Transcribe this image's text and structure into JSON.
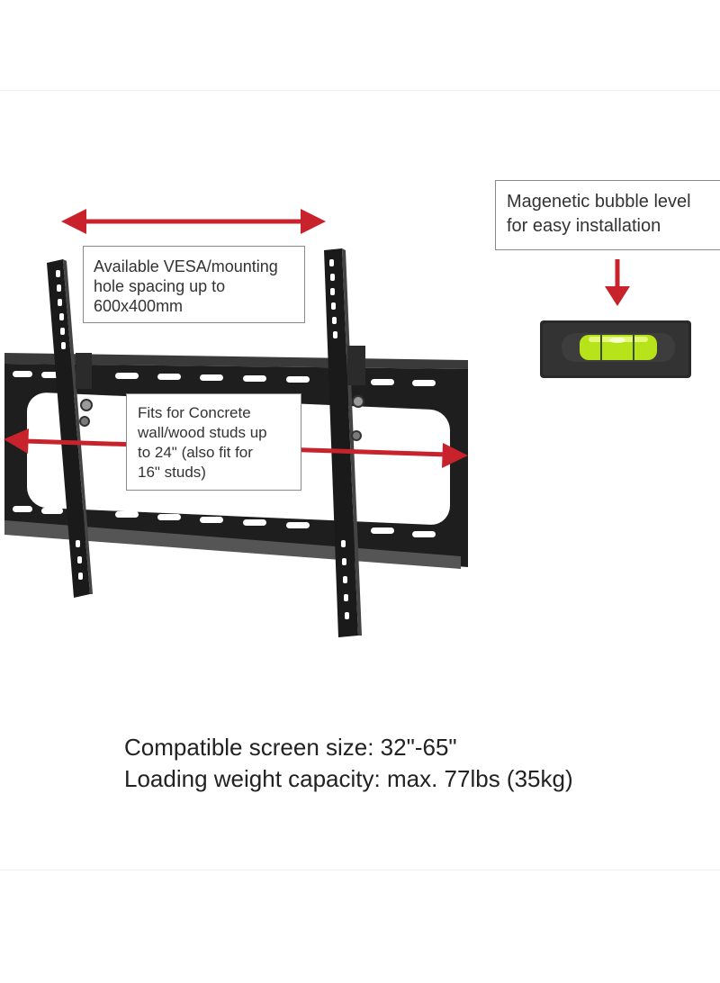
{
  "callouts": {
    "vesa": {
      "lines": [
        "Available VESA/mounting",
        "hole spacing up to",
        "600x400mm"
      ]
    },
    "studs": {
      "lines": [
        "Fits for Concrete",
        "wall/wood studs up",
        "to 24\" (also fit for",
        "16\" studs)"
      ]
    },
    "level": {
      "lines": [
        "Magenetic bubble level",
        "for easy installation"
      ]
    }
  },
  "specs": {
    "screen_size": "Compatible screen size: 32\"-65\"",
    "weight": "Loading weight capacity: max. 77lbs (35kg)"
  },
  "colors": {
    "arrow": "#c8232c",
    "bracket": "#1c1c1c",
    "bubble_fluid": "#b6e31a"
  },
  "icons": [
    "horizontal-double-arrow-icon",
    "down-arrow-icon",
    "bubble-level-icon",
    "tv-wall-mount-bracket-icon"
  ]
}
